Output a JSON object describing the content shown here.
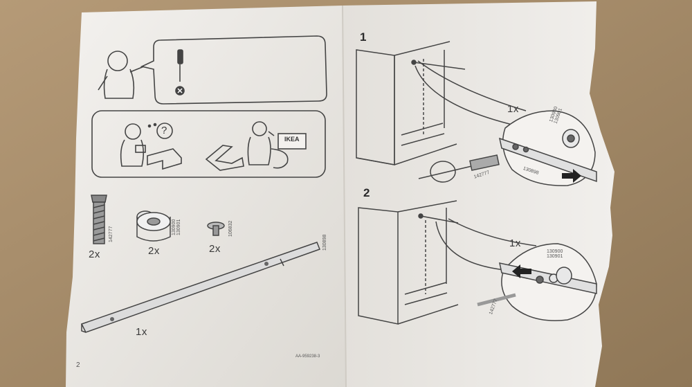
{
  "instructions": {
    "brand": "IKEA",
    "question_mark": "?",
    "hardware": [
      {
        "qty": "2x",
        "code": "142777"
      },
      {
        "qty": "2x",
        "code": "130900\n130901"
      },
      {
        "qty": "2x",
        "code": "106832"
      }
    ],
    "rail": {
      "qty": "1x",
      "code": "130898"
    },
    "doc_number": "AA-959238-3",
    "page_number": "2",
    "steps": [
      {
        "number": "1",
        "qty": "1x",
        "code_a": "130900\n130901",
        "screw_code": "142777",
        "rail_code": "130898"
      },
      {
        "number": "2",
        "qty": "1x",
        "code_a": "130900\n130901",
        "screw_code": "142777"
      }
    ]
  },
  "colors": {
    "cardboard": "#a48b69",
    "paper": "#ece9e4",
    "ink": "#3a3a3a"
  }
}
